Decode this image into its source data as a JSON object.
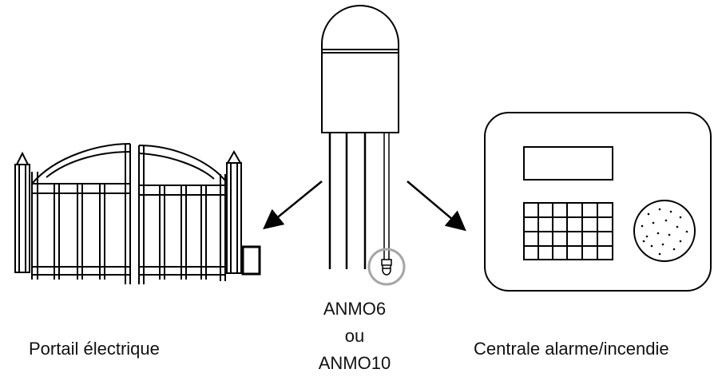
{
  "labels": {
    "gate": "Portail électrique",
    "device_line1": "ANMO6",
    "device_line2": "ou",
    "device_line3": "ANMO10",
    "panel": "Centrale alarme/incendie"
  },
  "colors": {
    "stroke": "#000000",
    "highlight_circle": "#a6a6a6",
    "background": "#ffffff"
  }
}
